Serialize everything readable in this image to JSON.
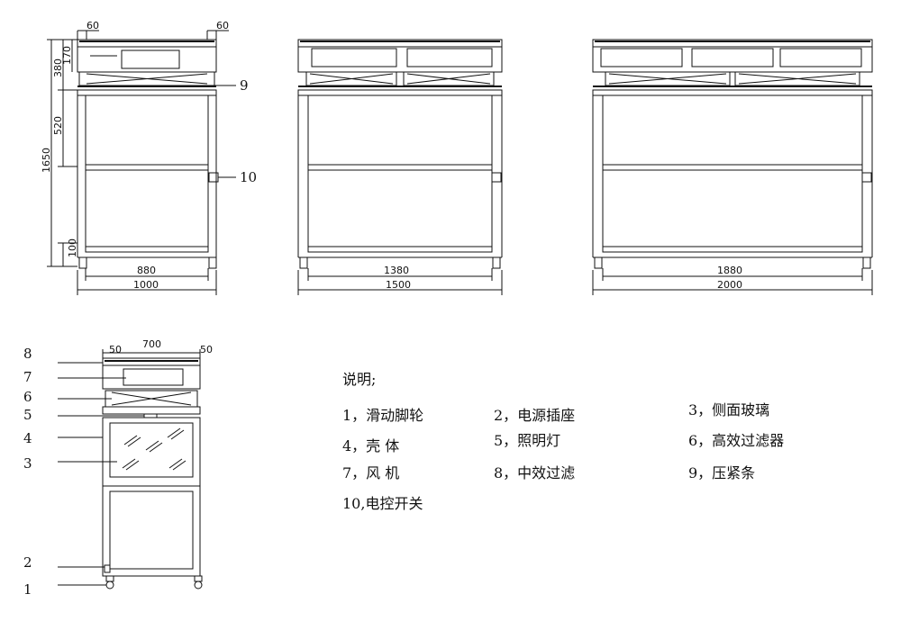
{
  "front_views": [
    {
      "top_left_dim": "60",
      "top_right_dim": "60",
      "height_dims": [
        "380",
        "170",
        "520",
        "1650",
        "100"
      ],
      "inner_width": "880",
      "outer_width": "1000",
      "callouts": [
        "9",
        "10"
      ]
    },
    {
      "inner_width": "1380",
      "outer_width": "1500"
    },
    {
      "inner_width": "1880",
      "outer_width": "2000"
    }
  ],
  "side_view": {
    "top_width": "700",
    "left_margin": "50",
    "right_margin": "50",
    "callouts": [
      "8",
      "7",
      "6",
      "5",
      "4",
      "3",
      "2",
      "1"
    ]
  },
  "legend": {
    "title": "说明;",
    "items": [
      "1，滑动脚轮",
      "2，电源插座",
      "3，侧面玻璃",
      "4，壳  体",
      "5，照明灯",
      "6，高效过滤器",
      "7，风  机",
      "8，中效过滤",
      "9，压紧条",
      "10,电控开关"
    ]
  }
}
